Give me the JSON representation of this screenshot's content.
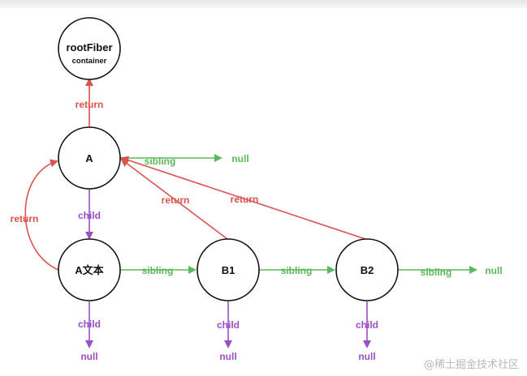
{
  "nodes": {
    "root": {
      "title": "rootFiber",
      "subtitle": "container"
    },
    "a": {
      "title": "A"
    },
    "atext": {
      "title": "A文本"
    },
    "b1": {
      "title": "B1"
    },
    "b2": {
      "title": "B2"
    }
  },
  "labels": {
    "return": "return",
    "child": "child",
    "sibling": "sibling",
    "null": "null"
  },
  "colors": {
    "return": "#d9534f",
    "sibling": "#5cb85c",
    "child": "#9b4fc4"
  },
  "watermark": "@稀土掘金技术社区"
}
